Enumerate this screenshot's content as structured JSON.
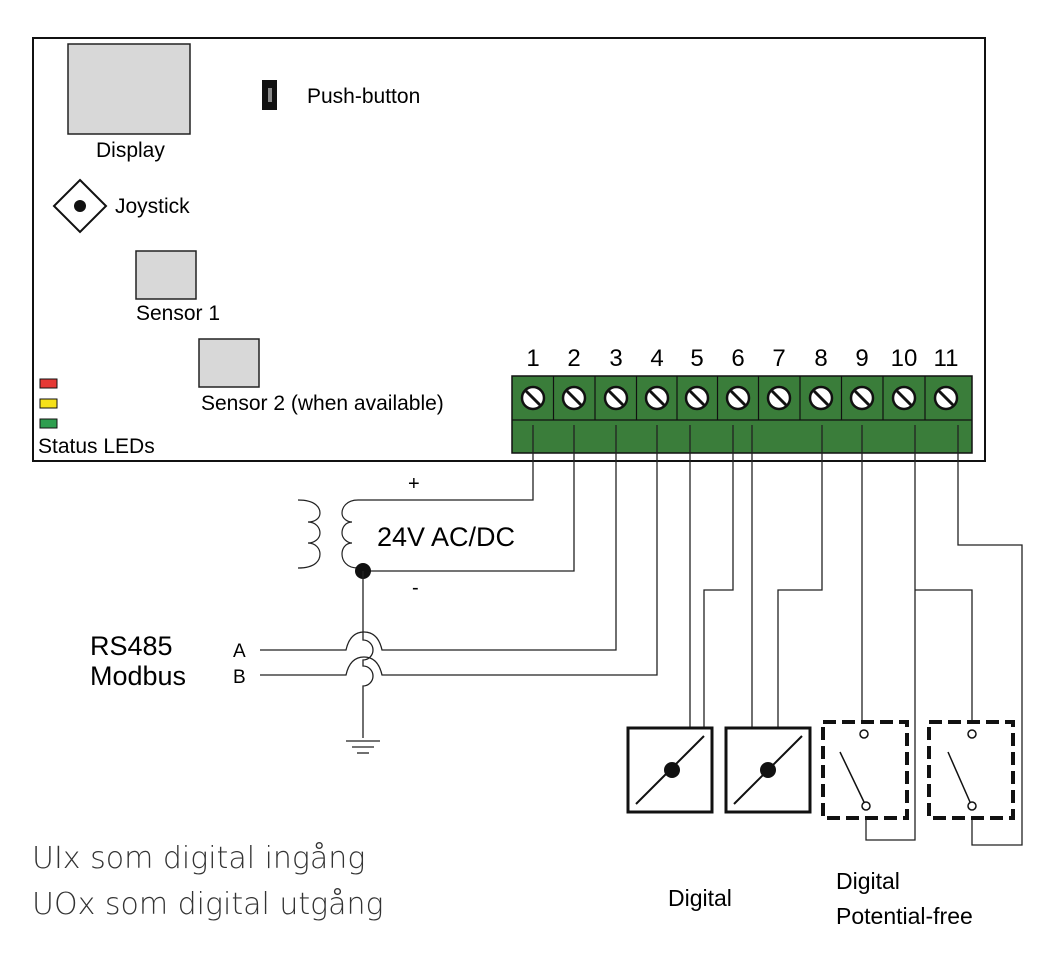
{
  "controller": {
    "display_label": "Display",
    "push_button_label": "Push-button",
    "joystick_label": "Joystick",
    "sensor1_label": "Sensor 1",
    "sensor2_label": "Sensor 2 (when available)",
    "status_leds_label": "Status LEDs",
    "led_colors": [
      "#e53935",
      "#f5e11a",
      "#2e9e4f"
    ]
  },
  "terminal_block": {
    "color": "#3a7d3a",
    "terminals": [
      "1",
      "2",
      "3",
      "4",
      "5",
      "6",
      "7",
      "8",
      "9",
      "10",
      "11"
    ]
  },
  "power": {
    "plus": "+",
    "minus": "-",
    "label": "24V AC/DC"
  },
  "bus": {
    "line1": "RS485",
    "line2": "Modbus",
    "a": "A",
    "b": "B"
  },
  "devices": {
    "digital_label": "Digital",
    "potential_free_line1": "Digital",
    "potential_free_line2": "Potential-free"
  },
  "notes": {
    "line1": "UIx som digital ingång",
    "line2": "UOx som digital utgång"
  }
}
